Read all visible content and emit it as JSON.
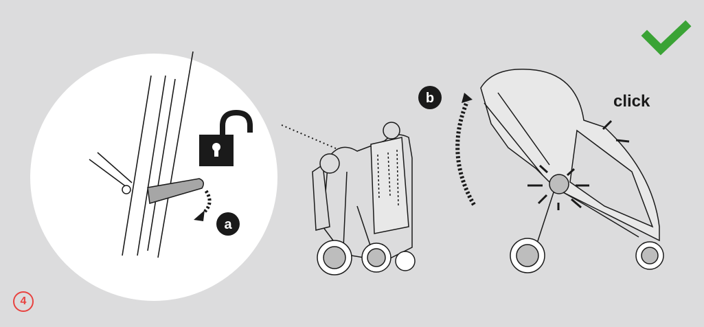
{
  "step": {
    "number": "4",
    "color": "#e8423f"
  },
  "markers": {
    "a": "a",
    "b": "b"
  },
  "click_text": "click",
  "colors": {
    "background": "#dcdcdd",
    "check": "#3aa335",
    "ink": "#1a1a1a",
    "lever": "#a6a6a6"
  },
  "icons": [
    "unlock-padlock-icon",
    "checkmark-icon",
    "rotate-arrow-icon"
  ]
}
